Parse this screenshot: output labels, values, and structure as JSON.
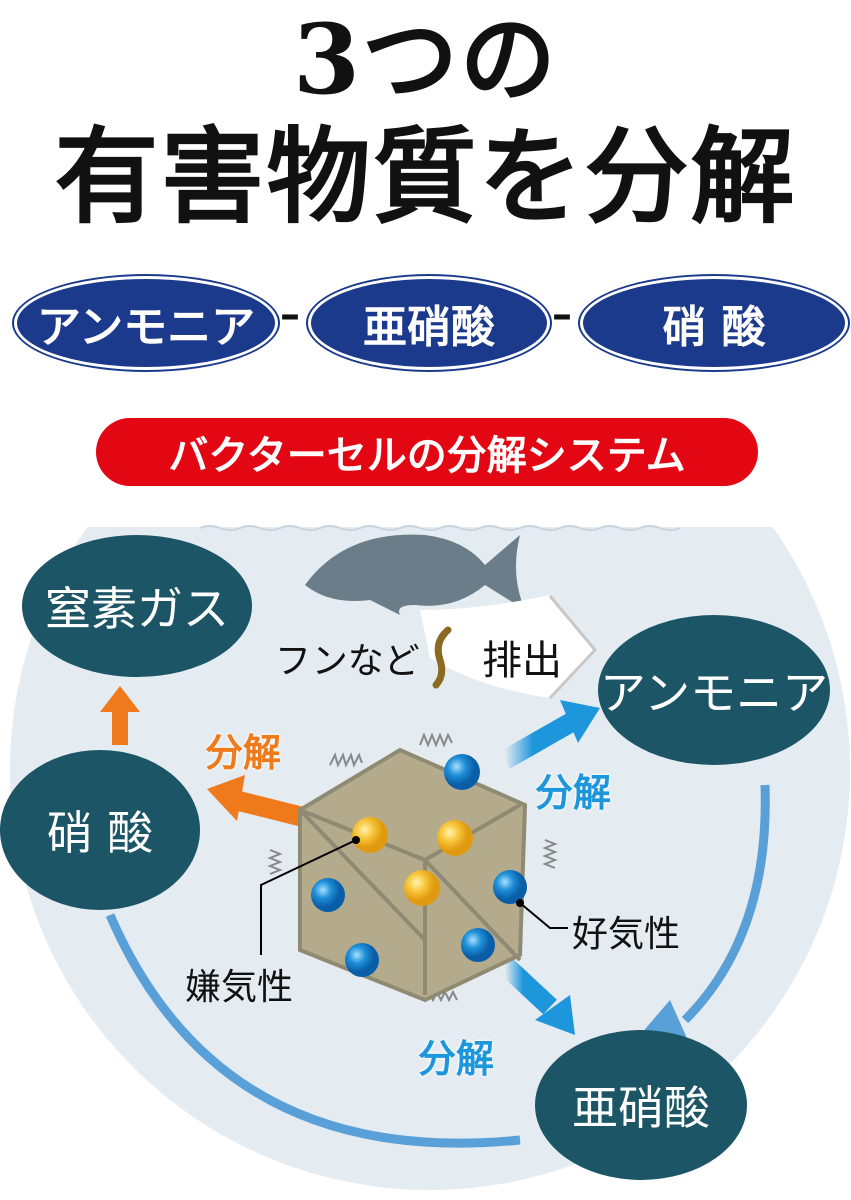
{
  "title": {
    "line1": "3つの",
    "line2": "有害物質を分解"
  },
  "substances": {
    "items": [
      "アンモニア",
      "亜硝酸",
      "硝 酸"
    ],
    "separator": "–"
  },
  "system_banner": "バクターセルの分解システム",
  "diagram": {
    "nodes": {
      "nitrogen_gas": "窒素ガス",
      "ammonia": "アンモニア",
      "nitric_acid": "硝 酸",
      "nitrous_acid": "亜硝酸"
    },
    "feces": "フンなど",
    "excretion": "排出",
    "decompose": "分解",
    "aerobic": "好気性",
    "anaerobic": "嫌気性"
  },
  "colors": {
    "navy": "#1c3a8c",
    "red": "#e30613",
    "teal": "#1c5666",
    "orange": "#ee7a1c",
    "blue": "#1e96dc",
    "water": "#e4ebf1"
  }
}
